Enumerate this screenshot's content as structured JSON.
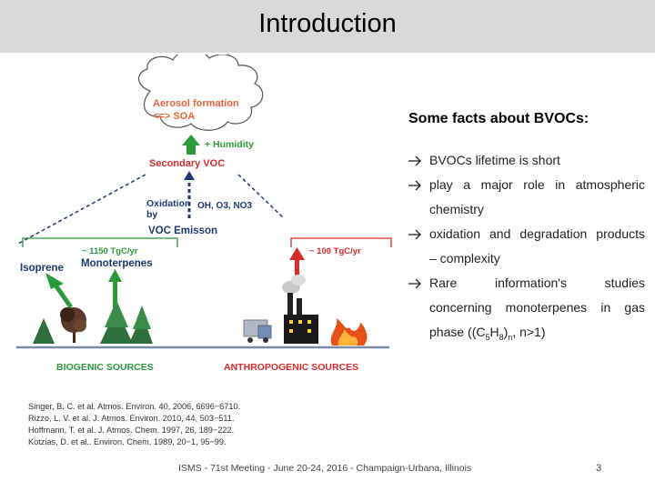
{
  "slide": {
    "title": "Introduction",
    "page_number": "3",
    "footer": "ISMS - 71st Meeting - June 20-24, 2016 - Champaign-Urbana, Illinois"
  },
  "facts": {
    "heading": "Some facts about BVOCs:",
    "bullets": [
      {
        "lines": [
          "BVOCs lifetime is short"
        ]
      },
      {
        "lines": [
          "play a major role in atmospheric",
          "chemistry"
        ]
      },
      {
        "lines": [
          "oxidation and degradation products",
          "– complexity"
        ]
      },
      {
        "lines": [
          "Rare information's studies",
          "concerning monoterpenes in gas",
          "phase ((C5H8)n, n>1)"
        ]
      }
    ]
  },
  "diagram": {
    "cloud_line1": "Aerosol formation",
    "cloud_line2": "<=> SOA",
    "humidity": "+ Humidity",
    "secondary_voc": "Secondary VOC",
    "oxidation_line1": "Oxidation",
    "oxidation_line2": "by",
    "oxidants": "OH, O3, NO3",
    "voc_emission": "VOC Emisson",
    "biogenic_flux": "~ 1150 TgC/yr",
    "anthropogenic_flux": "~ 100 TgC/yr",
    "isoprene": "Isoprene",
    "monoterpenes": "Monoterpenes",
    "biogenic_sources": "BIOGENIC SOURCES",
    "anthropogenic_sources": "ANTHROPOGENIC SOURCES",
    "colors": {
      "orange": "#e8633a",
      "red": "#d92b2b",
      "green": "#2a9a3a",
      "navy": "#1f3a6e"
    }
  },
  "references": [
    "Singer, B. C. et al. Atmos. Environ. 40, 2006, 6696−6710.",
    "Rizzo, L. V. et al. J. Atmos. Environ. 2010, 44, 503−511.",
    "Hoffmann, T. et al. J. Atmos. Chem. 1997, 26, 189−222.",
    "Kotzias, D. et al.. Environ. Chem. 1989, 20−1, 95−99."
  ]
}
